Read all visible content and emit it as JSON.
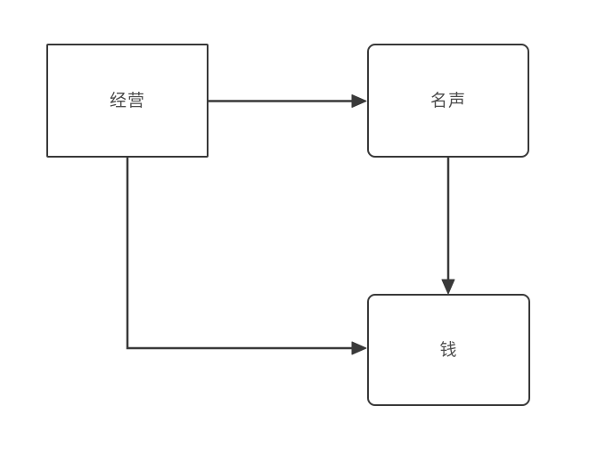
{
  "colors": {
    "background": "#ffffff",
    "stroke": "#3a3a3a",
    "text": "#4d4d4d"
  },
  "diagram": {
    "nodes": [
      {
        "id": "node-jingying",
        "label": "经营",
        "shape": "rectangle"
      },
      {
        "id": "node-mingsheng",
        "label": "名声",
        "shape": "rounded-rectangle"
      },
      {
        "id": "node-qian",
        "label": "钱",
        "shape": "rounded-rectangle"
      }
    ],
    "edges": [
      {
        "from": "经营",
        "to": "名声",
        "style": "straight-arrow-right"
      },
      {
        "from": "名声",
        "to": "钱",
        "style": "straight-arrow-down"
      },
      {
        "from": "经营",
        "to": "钱",
        "style": "elbow-arrow-down-right"
      }
    ]
  }
}
